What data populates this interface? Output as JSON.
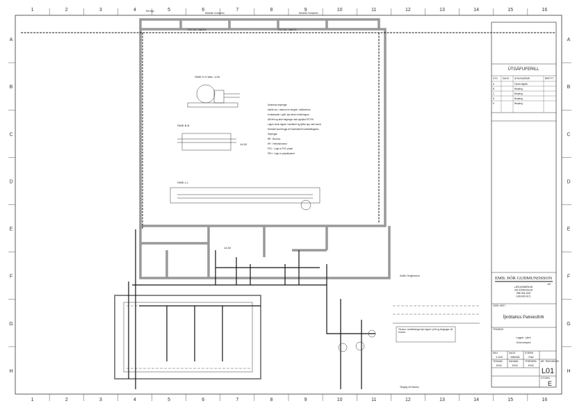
{
  "sheet": {
    "grid_columns": [
      "1",
      "2",
      "3",
      "4",
      "5",
      "6",
      "7",
      "8",
      "9",
      "10",
      "11",
      "12",
      "13",
      "14",
      "15",
      "16"
    ],
    "grid_rows": [
      "A",
      "B",
      "C",
      "D",
      "E",
      "F",
      "G",
      "H"
    ]
  },
  "drawing": {
    "section_hh": "SNIÐ H-H  Mkv. 1/25",
    "section_bb": "SNIÐ B-B",
    "section_ll": "SNIÐ L-L",
    "notes": [
      "Almennar skýringar:",
      "Hæðir eru í metrum en lengdir í millimetrum.",
      "Þvottaraufar í gólfi, sjá nánar á teikningum.",
      "Allt efni og allar frágangur skal uppfylla ÍST-EN",
      "Lagnir skulu lagðar í sandbeð og fylltar upp með sandi.",
      "Heimæð skal tengja við fráveitukerfi sveitarfélagsins.",
      "Skýringar:",
      "BR : Brunnur",
      "HR : Hreinsibrunnur",
      "PVC : Lögn úr PVC plasti",
      "PEH : Lögn úr polyethylene"
    ],
    "pipe_label": "PVC 110 - halli 1%",
    "floor_label": "Niðurfall í botnplötu",
    "callout_top": "Efri lögn",
    "level_label": "14,50",
    "box_note": "Tilvísun í sérteikningar fyrir lagnir í jörð og tengingar við brunna",
    "connection_note_1": "Sniðill / tengibrunnur",
    "connection_note_2": "Tenging við fráveitu"
  },
  "title_block": {
    "revisions_title": "ÚTGÁFUFERILL",
    "rev_headers": [
      "ÚTG.",
      "DAGS.",
      "ATHUGASEMD",
      "BREYTT"
    ],
    "revisions": [
      {
        "rev": "A",
        "date": "",
        "note": "Fyrsta útgáfa"
      },
      {
        "rev": "B",
        "date": "",
        "note": "Breyting"
      },
      {
        "rev": "C",
        "date": "",
        "note": "Breyting"
      },
      {
        "rev": "D",
        "date": "",
        "note": "Breyting"
      },
      {
        "rev": "E",
        "date": "",
        "note": "Breyting"
      }
    ],
    "company": "EMIL ÞÓR GUÐMUNDSSON",
    "company_suffix": "ehf",
    "company_lines": [
      "LÆKJASMÁRA 56",
      "200 KÓPAVOGUR",
      "SÍMI 554 4034",
      "GSM 896 0071"
    ],
    "project_label": "VERK HEITI",
    "project": "Íþróttahús Patreksfirði",
    "drawing_label": "TEIKNING",
    "drawing_title_1": "Lagnir í jörð",
    "drawing_title_2": "Grunnmynd",
    "scale_label": "MKV.",
    "scale": "1:100",
    "date_label": "DAGS.",
    "date": "MM/ÁÁ",
    "format_label": "STÆRÐ",
    "format": "Part",
    "drawn_label": "TEIKNAÐ",
    "drawn": "EhG",
    "designed_label": "HANNAÐ",
    "designed": "EhG",
    "checked_label": "YFIRFARIÐ",
    "checked": "EhG",
    "sheet_label": "NR. TEIKNINGAR",
    "sheet_no": "L01",
    "rev_label": "ÚTGÁFA",
    "rev": "E"
  }
}
